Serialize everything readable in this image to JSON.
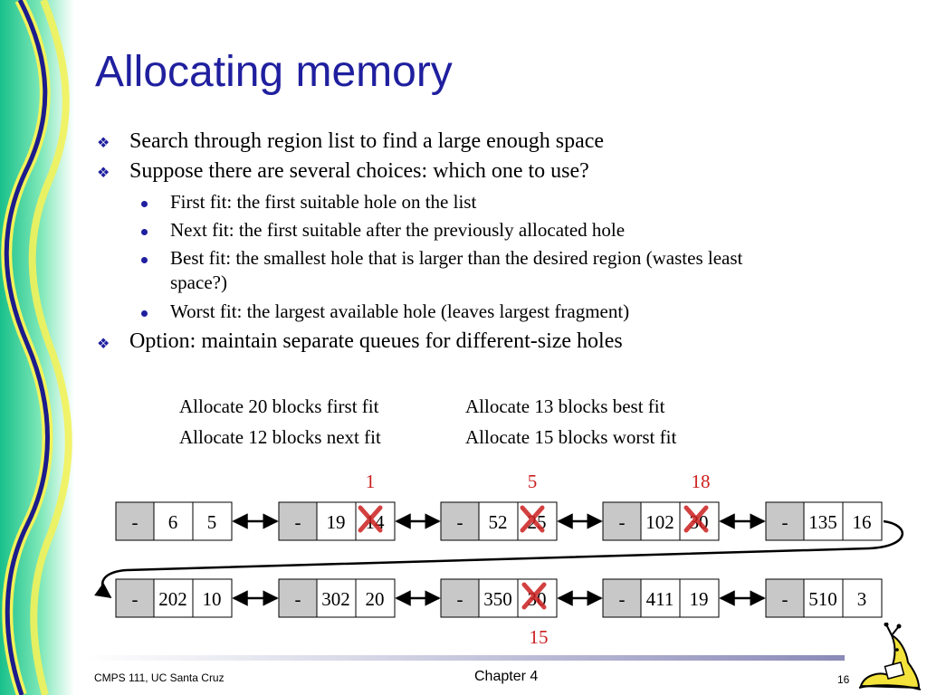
{
  "slide": {
    "title": "Allocating memory",
    "bullets": [
      {
        "level": 1,
        "text": "Search through region list to find a large enough space"
      },
      {
        "level": 1,
        "text": "Suppose there are several choices: which one to use?"
      },
      {
        "level": 2,
        "text": "First fit: the first suitable hole on the list"
      },
      {
        "level": 2,
        "text": "Next fit: the first suitable after the previously allocated hole"
      },
      {
        "level": 2,
        "text": "Best fit: the smallest hole that is larger than the desired region (wastes least"
      },
      {
        "level": 2,
        "text": "space?)",
        "continuation": true
      },
      {
        "level": 2,
        "text": "Worst fit: the largest available hole (leaves largest fragment)"
      },
      {
        "level": 1,
        "text": "Option: maintain separate queues for different-size holes"
      }
    ],
    "allocations": [
      "Allocate 20 blocks first fit",
      "Allocate 13 blocks best fit",
      "Allocate 12 blocks next fit",
      "Allocate 15 blocks worst fit"
    ],
    "list_row1": [
      {
        "flag": "-",
        "start": "6",
        "size": "5",
        "crossed": false,
        "annotation": ""
      },
      {
        "flag": "-",
        "start": "19",
        "size": "14",
        "crossed": true,
        "annotation": "1"
      },
      {
        "flag": "-",
        "start": "52",
        "size": "25",
        "crossed": true,
        "annotation": "5"
      },
      {
        "flag": "-",
        "start": "102",
        "size": "30",
        "crossed": true,
        "annotation": "18"
      },
      {
        "flag": "-",
        "start": "135",
        "size": "16",
        "crossed": false,
        "annotation": ""
      }
    ],
    "list_row2": [
      {
        "flag": "-",
        "start": "202",
        "size": "10",
        "crossed": false,
        "annotation": ""
      },
      {
        "flag": "-",
        "start": "302",
        "size": "20",
        "crossed": false,
        "annotation": ""
      },
      {
        "flag": "-",
        "start": "350",
        "size": "30",
        "crossed": true,
        "annotation": "15"
      },
      {
        "flag": "-",
        "start": "411",
        "size": "19",
        "crossed": false,
        "annotation": ""
      },
      {
        "flag": "-",
        "start": "510",
        "size": "3",
        "crossed": false,
        "annotation": ""
      }
    ],
    "footer": {
      "left": "CMPS 111, UC Santa Cruz",
      "center": "Chapter 4",
      "page": "16"
    },
    "colors": {
      "title": "#1f1f9f",
      "bullet_marker": "#1f1f9f",
      "annotation": "#cc1f1f",
      "cross": "#cc1f1f",
      "flag_cell": "#c8c8c8"
    },
    "icons": [
      "diamond-bullet-icon",
      "dot-bullet-icon",
      "cross-icon",
      "double-arrow-icon",
      "slug-mascot-icon"
    ]
  }
}
